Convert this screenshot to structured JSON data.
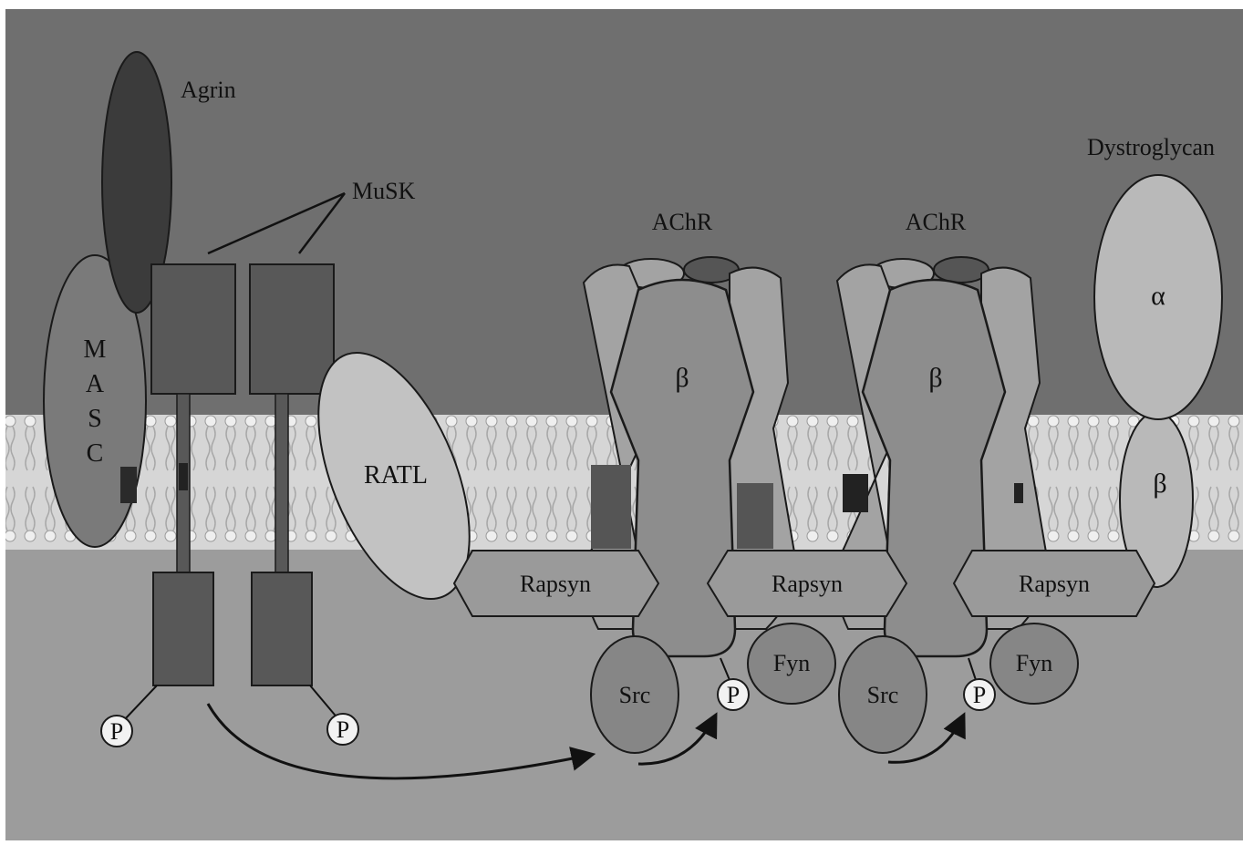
{
  "diagram": {
    "labels": {
      "agrin": "Agrin",
      "musk": "MuSK",
      "masc": [
        "M",
        "A",
        "S",
        "C"
      ],
      "ratl": "RATL",
      "achr_left": "AChR",
      "achr_right": "AChR",
      "beta_left": "β",
      "beta_right": "β",
      "dystroglycan": "Dystroglycan",
      "dg_alpha": "α",
      "dg_beta": "β",
      "rapsyn_1": "Rapsyn",
      "rapsyn_2": "Rapsyn",
      "rapsyn_3": "Rapsyn",
      "src_1": "Src",
      "src_2": "Src",
      "fyn_1": "Fyn",
      "fyn_2": "Fyn",
      "p_musk_left": "P",
      "p_musk_right": "P",
      "p_achr_1": "P",
      "p_achr_2": "P"
    },
    "colors": {
      "extracellular": "#6f6f6f",
      "intracellular": "#9c9c9c",
      "membrane": "#d4d4d4",
      "agrin": "#3b3b3b",
      "musk": "#585858",
      "masc": "#7a7a7a",
      "ratl": "#c2c2c2",
      "achr_outer": "#a3a3a3",
      "achr_core": "#8d8d8d",
      "achr_dark": "#555555",
      "rapsyn": "#9a9a9a",
      "src_fyn": "#868686",
      "dystroglycan": "#b9b9b9",
      "phospho": "#f2f2f2",
      "outline": "#1a1a1a"
    }
  }
}
